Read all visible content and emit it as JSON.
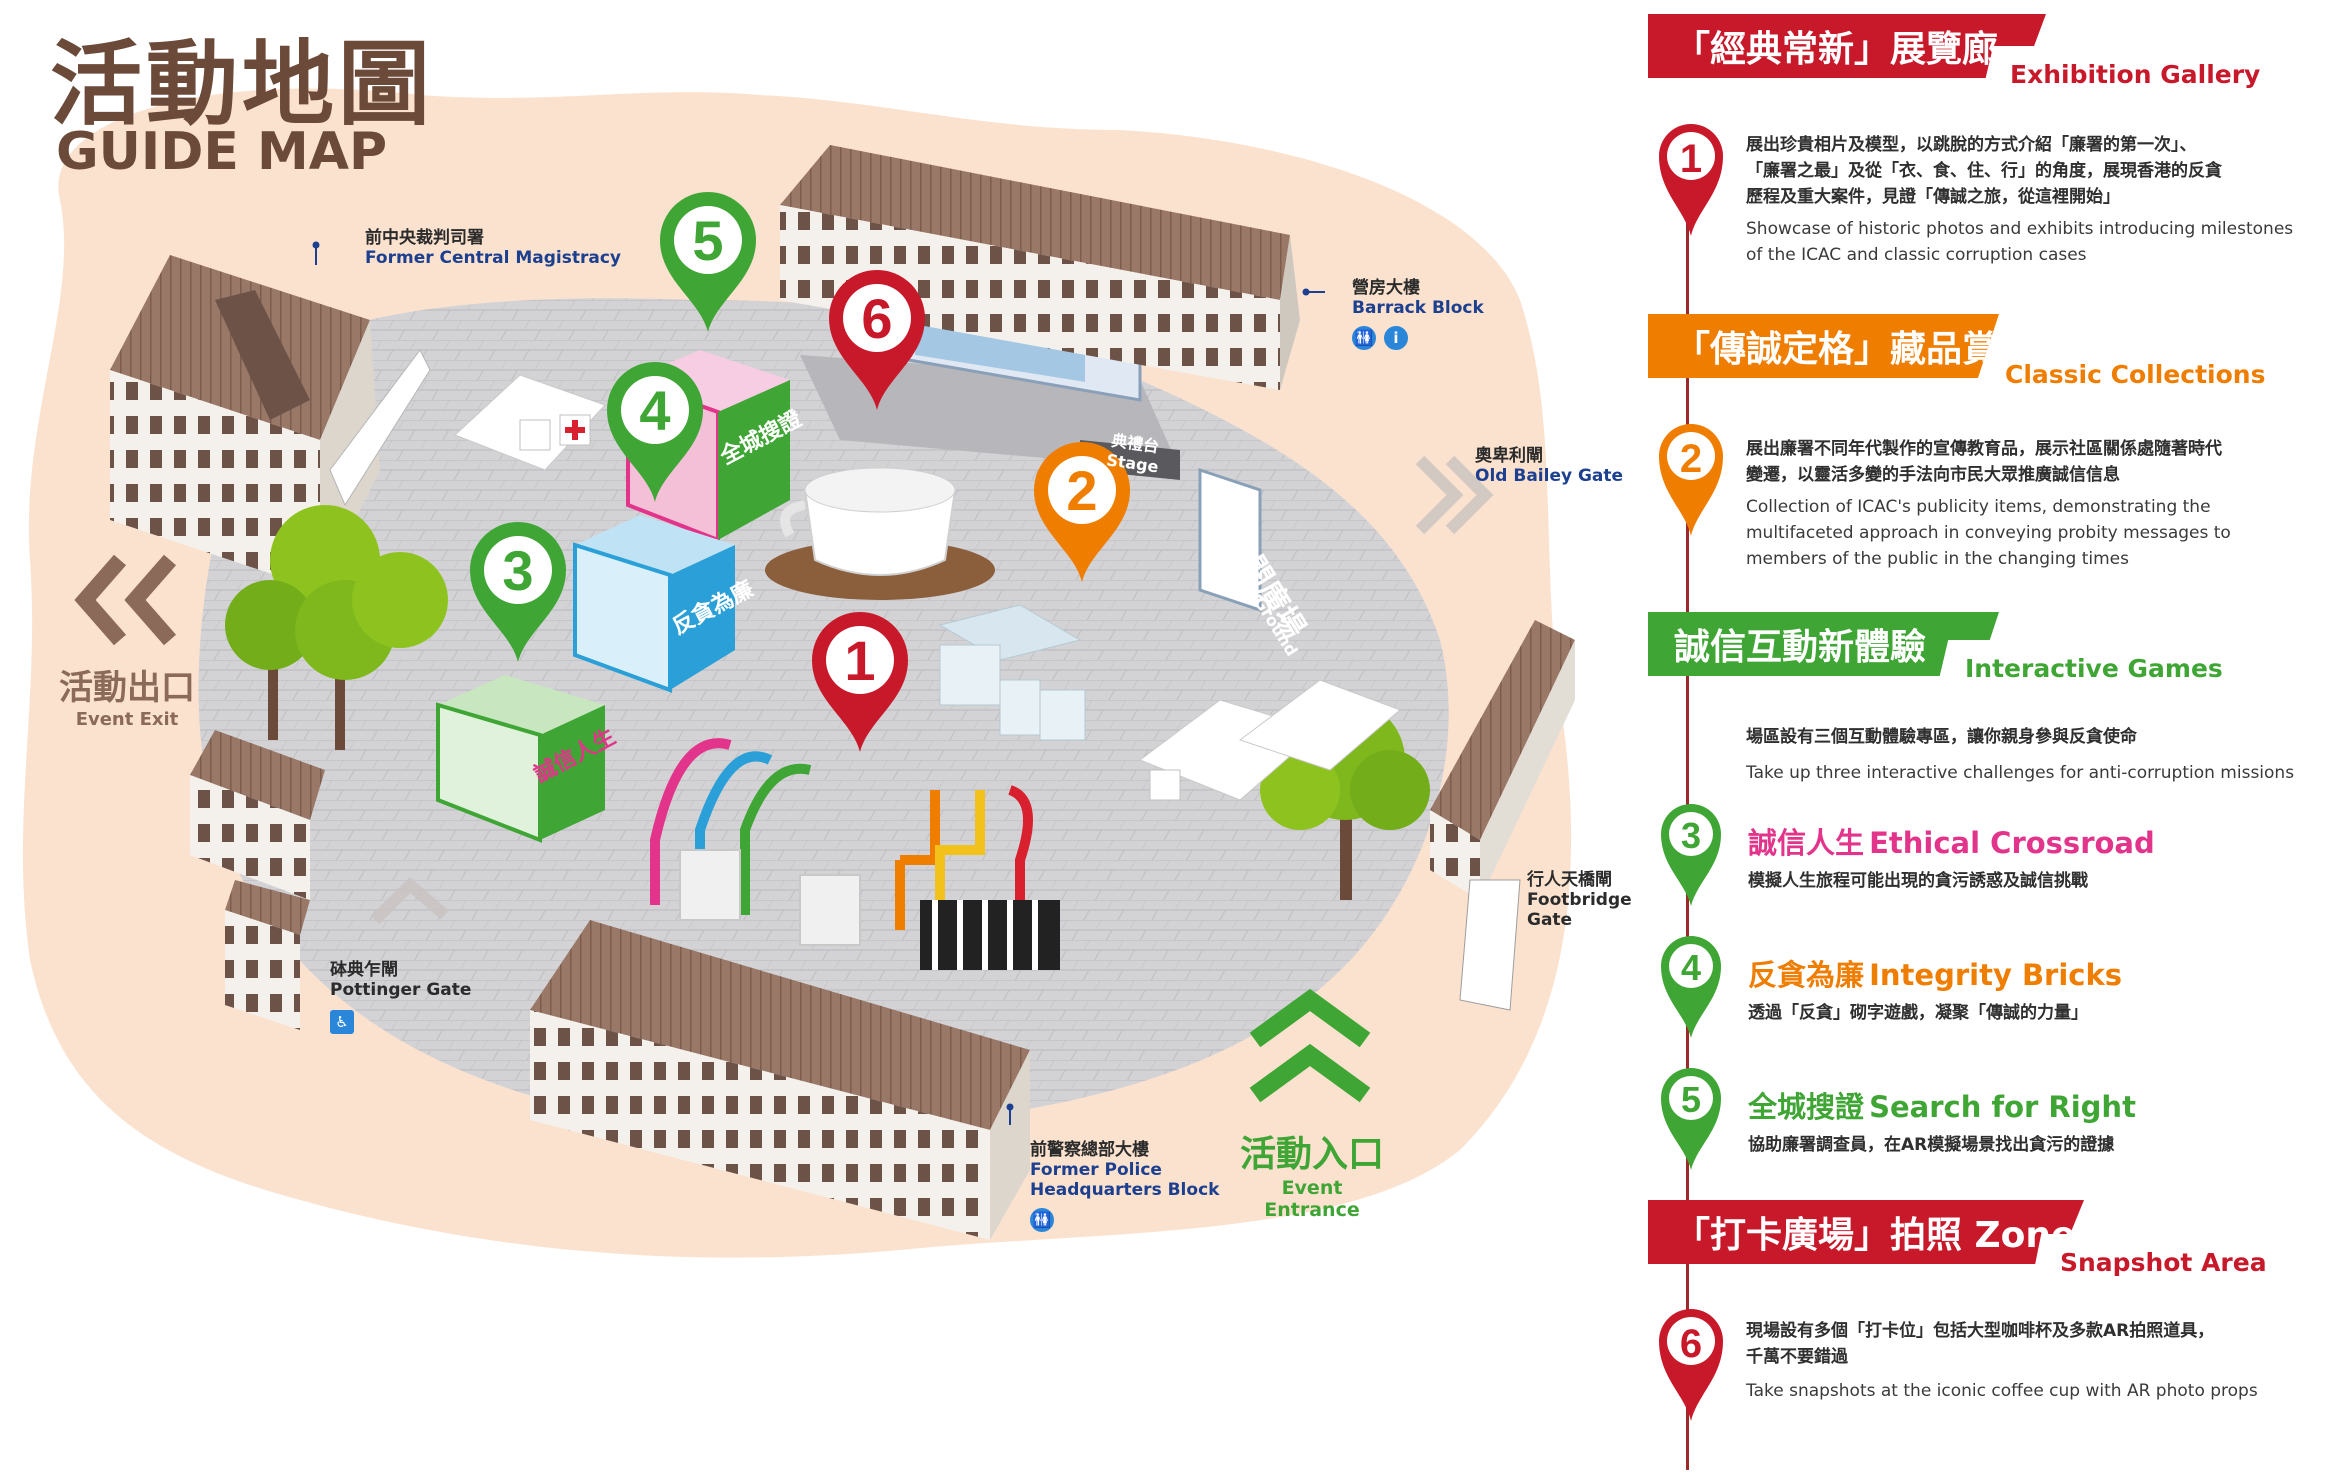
{
  "title": {
    "zh": "活動地圖",
    "en": "GUIDE MAP"
  },
  "venue_labels": {
    "magistracy": {
      "zh": "前中央裁判司署",
      "en": "Former Central Magistracy"
    },
    "barrack": {
      "zh": "營房大樓",
      "en": "Barrack Block",
      "amenities": [
        "toilet-icon",
        "info-icon"
      ]
    },
    "old_bailey": {
      "zh": "奧卑利閘",
      "en": "Old Bailey Gate"
    },
    "parade_ground": {
      "zh": "檢閱廣場",
      "en": "Parade Ground"
    },
    "stage": {
      "zh": "典禮台",
      "en": "Stage"
    },
    "event_exit": {
      "zh": "活動出口",
      "en": "Event Exit"
    },
    "footbridge": {
      "zh": "行人天橋閘",
      "en1": "Footbridge",
      "en2": "Gate"
    },
    "pottinger": {
      "zh": "砵典乍閘",
      "en": "Pottinger Gate",
      "amenities": [
        "wheelchair-icon"
      ]
    },
    "police_hq": {
      "zh": "前警察總部大樓",
      "en1": "Former Police",
      "en2": "Headquarters Block",
      "amenities": [
        "toilet-icon"
      ]
    },
    "event_entrance": {
      "zh": "活動入口",
      "en": "Event Entrance"
    }
  },
  "booth_signs": {
    "b3": "誠信人生",
    "b4": "反貪為廉",
    "b5": "全城搜證"
  },
  "colors": {
    "red": "#c8192b",
    "orange": "#ef7d00",
    "green": "#3fa535",
    "brown": "#6b4a3a",
    "pink": "#e2348a",
    "ground": "#fbe2cf"
  },
  "legend": {
    "exhibition": {
      "title_zh": "「經典常新」展覽廊",
      "title_en": "Exhibition Gallery",
      "num": "1",
      "desc_zh1": "展出珍貴相片及模型，以跳脫的方式介紹「廉署的第一次」、",
      "desc_zh2": "「廉署之最」及從「衣、食、住、行」的角度，展現香港的反貪",
      "desc_zh3": "歷程及重大案件，見證「傳誠之旅，從這裡開始」",
      "desc_en1": "Showcase of historic photos and exhibits introducing milestones",
      "desc_en2": "of the ICAC and classic corruption cases"
    },
    "collections": {
      "title_zh": "「傳誠定格」藏品賞",
      "title_en": "Classic Collections",
      "num": "2",
      "desc_zh1": "展出廉署不同年代製作的宣傳教育品，展示社區關係處隨著時代",
      "desc_zh2": "變遷，以靈活多變的手法向市民大眾推廣誠信信息",
      "desc_en1": "Collection of ICAC's publicity items, demonstrating the",
      "desc_en2": "multifaceted approach in conveying probity messages to",
      "desc_en3": "members of the public in the changing times"
    },
    "games": {
      "title_zh": "誠信互動新體驗",
      "title_en": "Interactive Games",
      "desc_zh": "場區設有三個互動體驗專區，讓你親身參與反貪使命",
      "desc_en": "Take up three interactive challenges for anti-corruption missions",
      "items": [
        {
          "num": "3",
          "zh": "誠信人生",
          "en": "Ethical Crossroad",
          "desc": "模擬人生旅程可能出現的貪污誘惑及誠信挑戰"
        },
        {
          "num": "4",
          "zh": "反貪為廉",
          "en": "Integrity Bricks",
          "desc": "透過「反貪」砌字遊戲，凝聚「傳誠的力量」"
        },
        {
          "num": "5",
          "zh": "全城搜證",
          "en": "Search for Right",
          "desc": "協助廉署調查員，在AR模擬場景找出貪污的證據"
        }
      ]
    },
    "snapshot": {
      "title_zh": "「打卡廣場」拍照 Zone",
      "title_en": "Snapshot Area",
      "num": "6",
      "desc_zh1": "現場設有多個「打卡位」包括大型咖啡杯及多款AR拍照道具，",
      "desc_zh2": "千萬不要錯過",
      "desc_en": "Take snapshots at the iconic coffee cup with AR photo props"
    }
  },
  "map_pins": [
    {
      "num": "1",
      "color": "red"
    },
    {
      "num": "2",
      "color": "orange"
    },
    {
      "num": "3",
      "color": "green"
    },
    {
      "num": "4",
      "color": "green"
    },
    {
      "num": "5",
      "color": "green"
    },
    {
      "num": "6",
      "color": "red"
    }
  ]
}
